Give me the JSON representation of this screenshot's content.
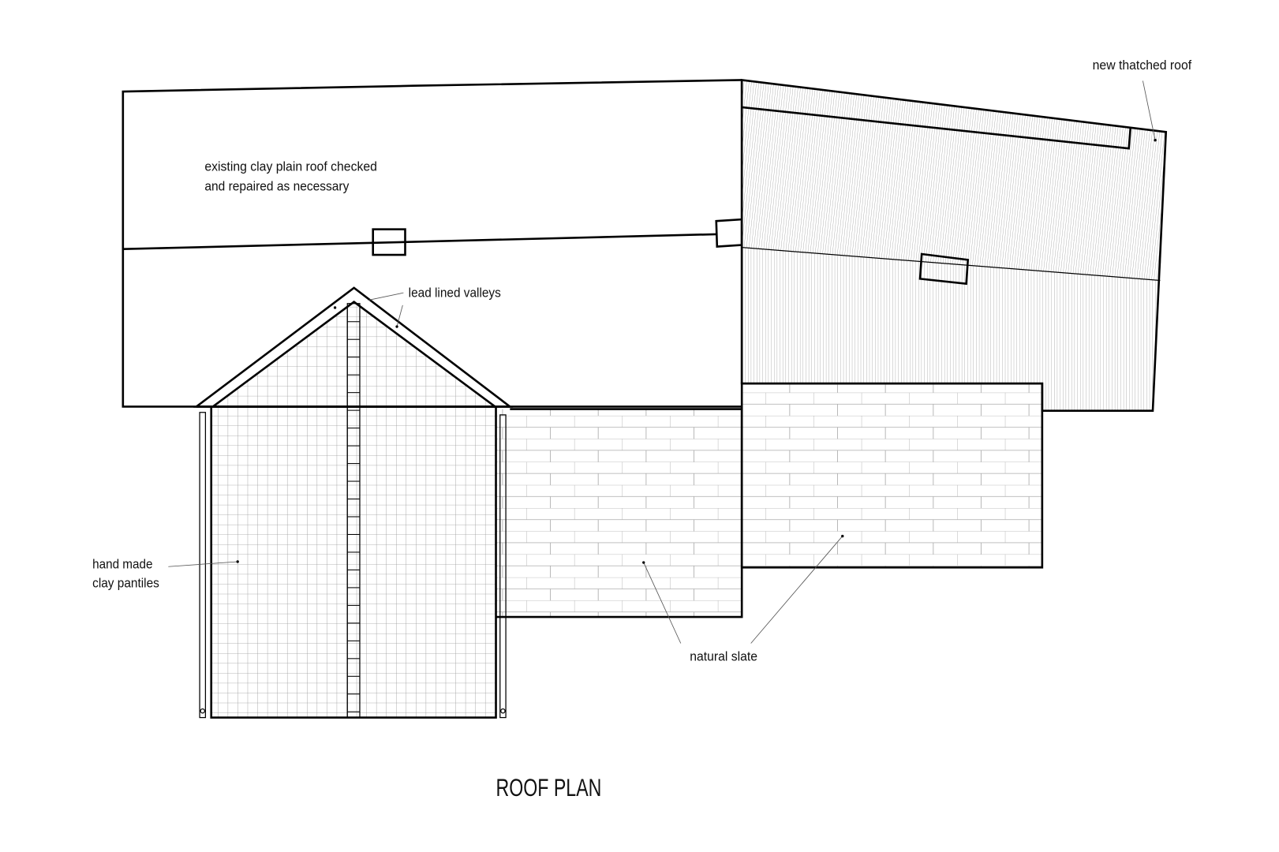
{
  "title": "ROOF PLAN",
  "labels": {
    "existing_roof_line1": "existing clay plain roof checked",
    "existing_roof_line2": "and repaired as necessary",
    "thatched": "new thatched roof",
    "valleys": "lead lined valleys",
    "pantiles_line1": "hand made",
    "pantiles_line2": "clay pantiles",
    "slate": "natural slate"
  },
  "colors": {
    "line": "#000000",
    "hatch": "#9a9a9a",
    "background": "#ffffff"
  }
}
